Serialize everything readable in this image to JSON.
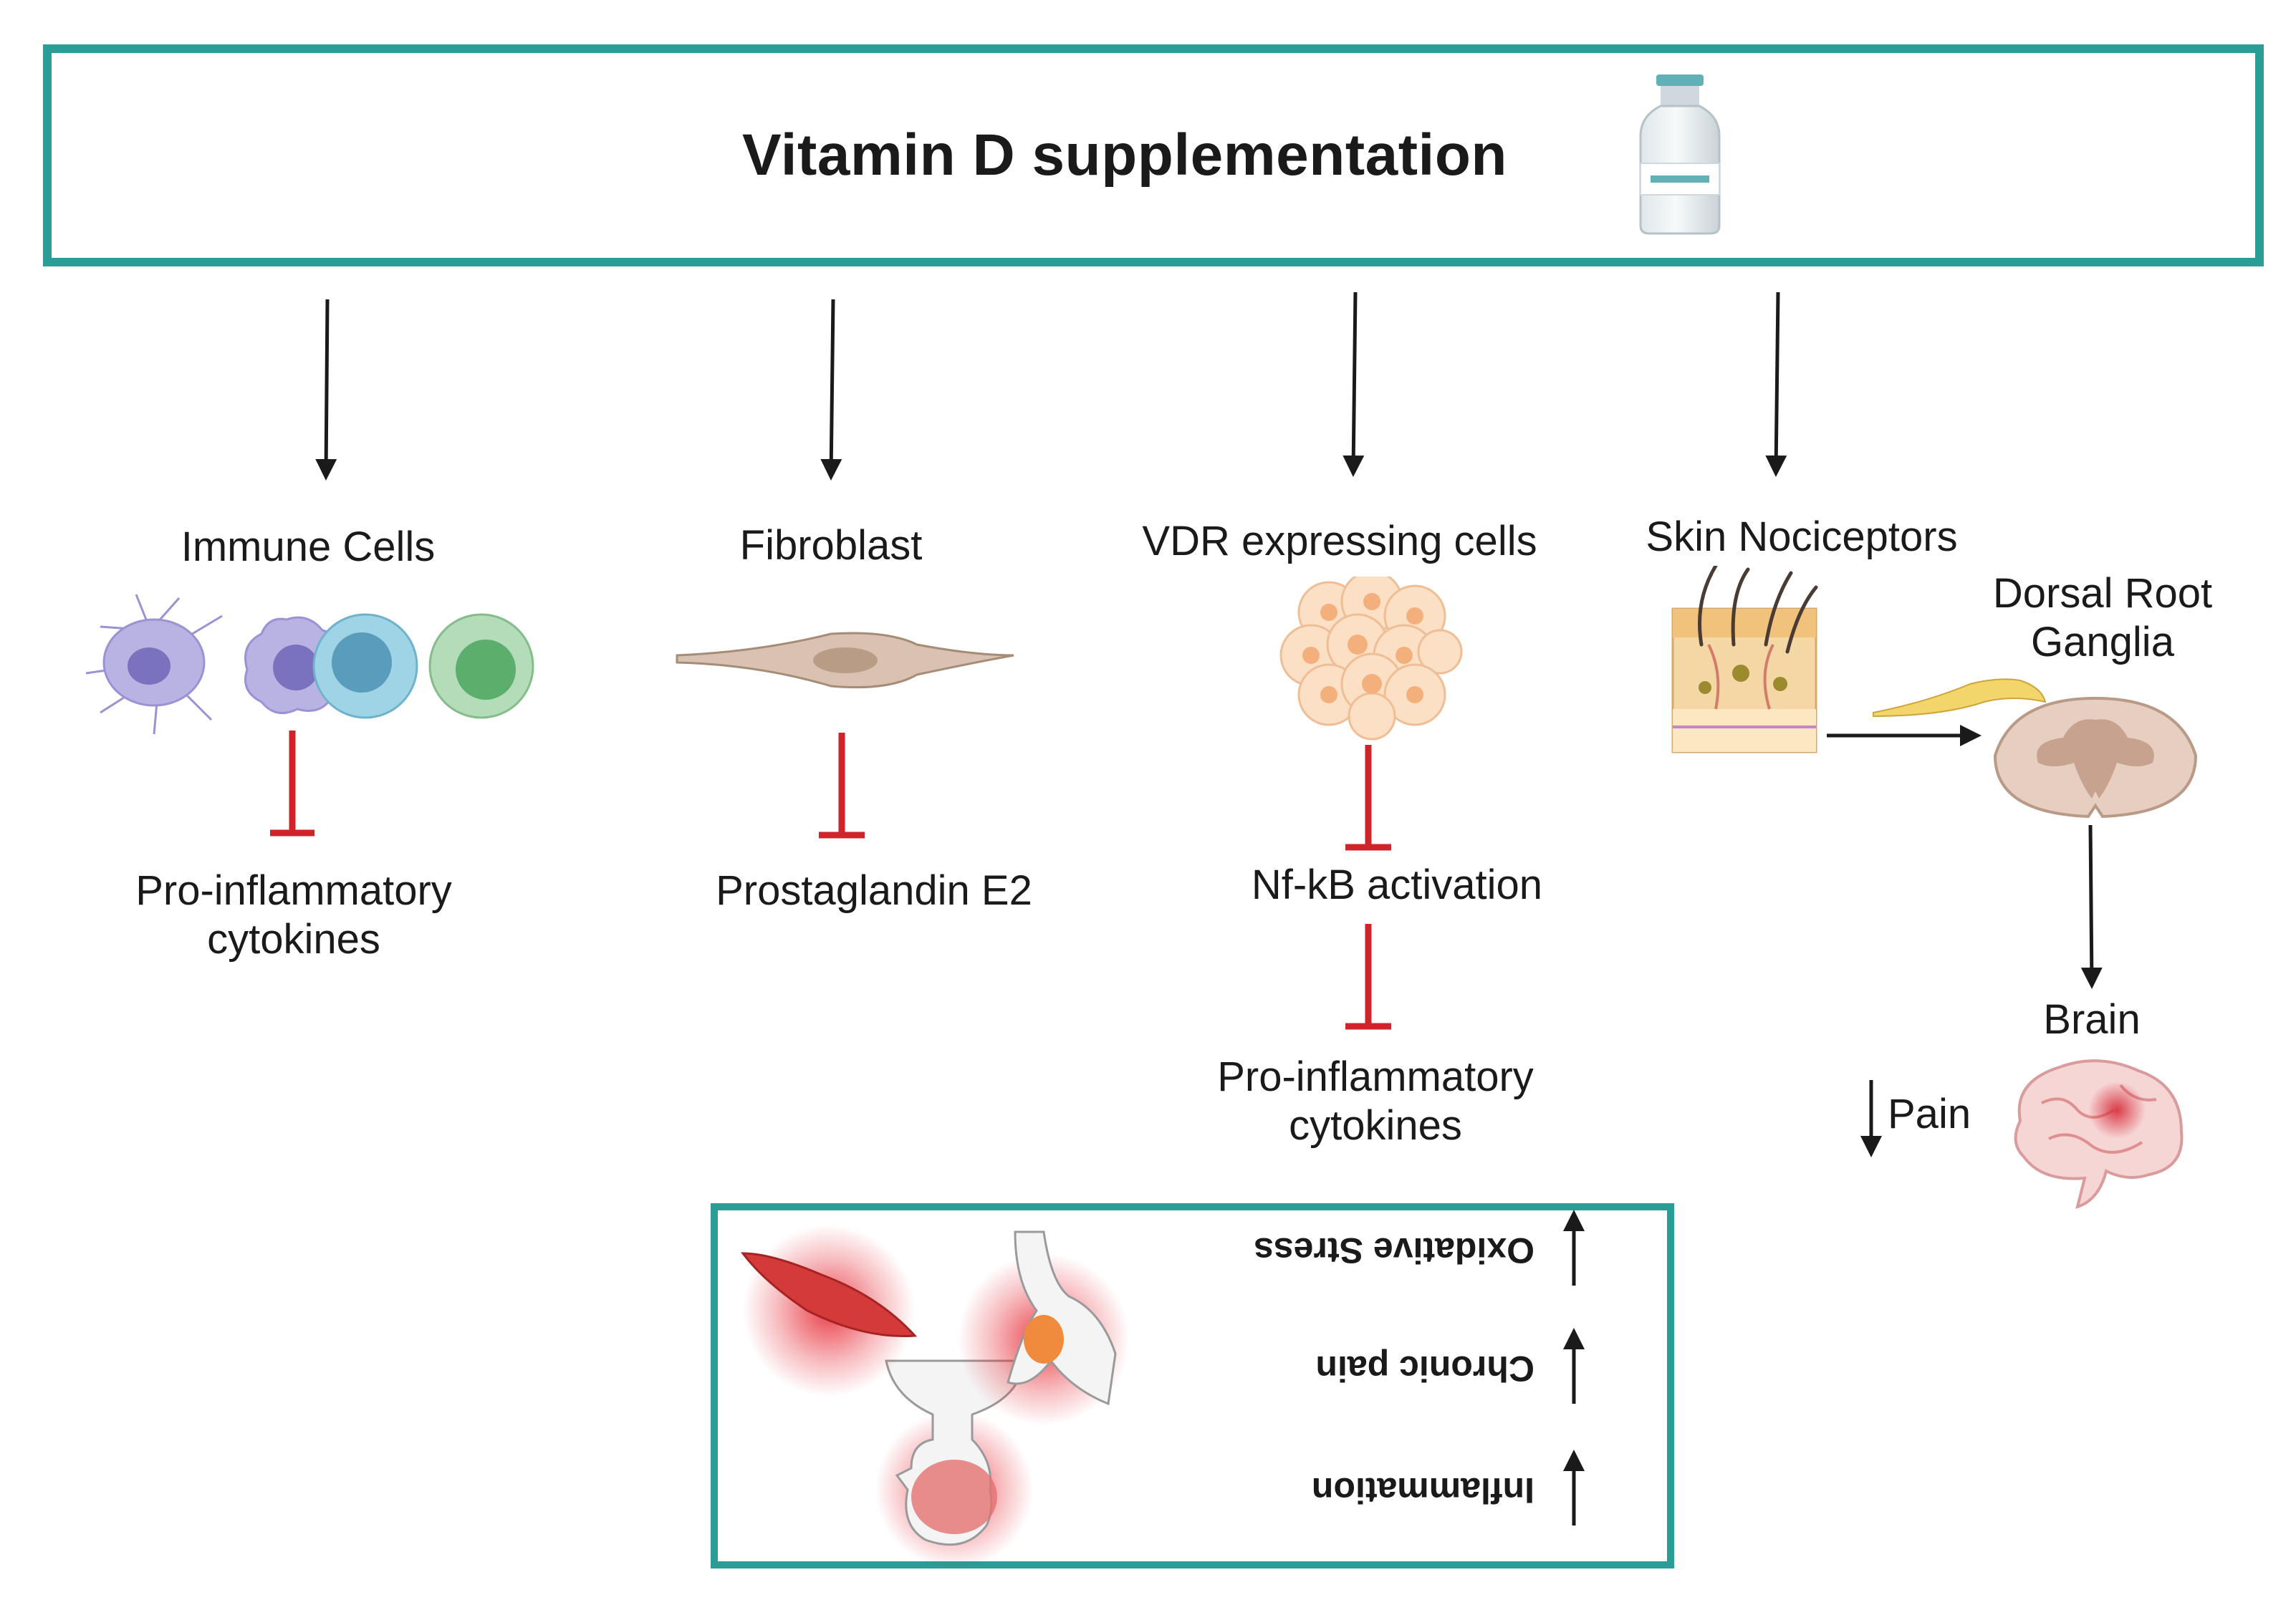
{
  "title": "Vitamin D supplementation",
  "columns": {
    "immune": {
      "label": "Immune Cells",
      "target_line1": "Pro-inflammatory",
      "target_line2": "cytokines"
    },
    "fibroblast": {
      "label": "Fibroblast",
      "target": "Prostaglandin E2"
    },
    "vdr": {
      "label": "VDR expressing cells",
      "mid": "Nf-kB activation",
      "target_line1": "Pro-inflammatory",
      "target_line2": "cytokines"
    },
    "neuro": {
      "skin_label": "Skin  Nociceptors",
      "drg_line1": "Dorsal Root",
      "drg_line2": "Ganglia",
      "brain": "Brain",
      "pain": "Pain"
    }
  },
  "summary": {
    "items": [
      "Inflammation",
      "Chronic pain",
      "Oxidative Stress"
    ]
  },
  "colors": {
    "teal_border": "#2a9d96",
    "inhibit_red": "#d0242b",
    "arrow": "#1a1a1a"
  },
  "icons": [
    "vial-icon",
    "immune-cells-icon",
    "fibroblast-icon",
    "vdr-cells-icon",
    "skin-icon",
    "spinal-cord-icon",
    "brain-icon",
    "body-pain-icon"
  ]
}
